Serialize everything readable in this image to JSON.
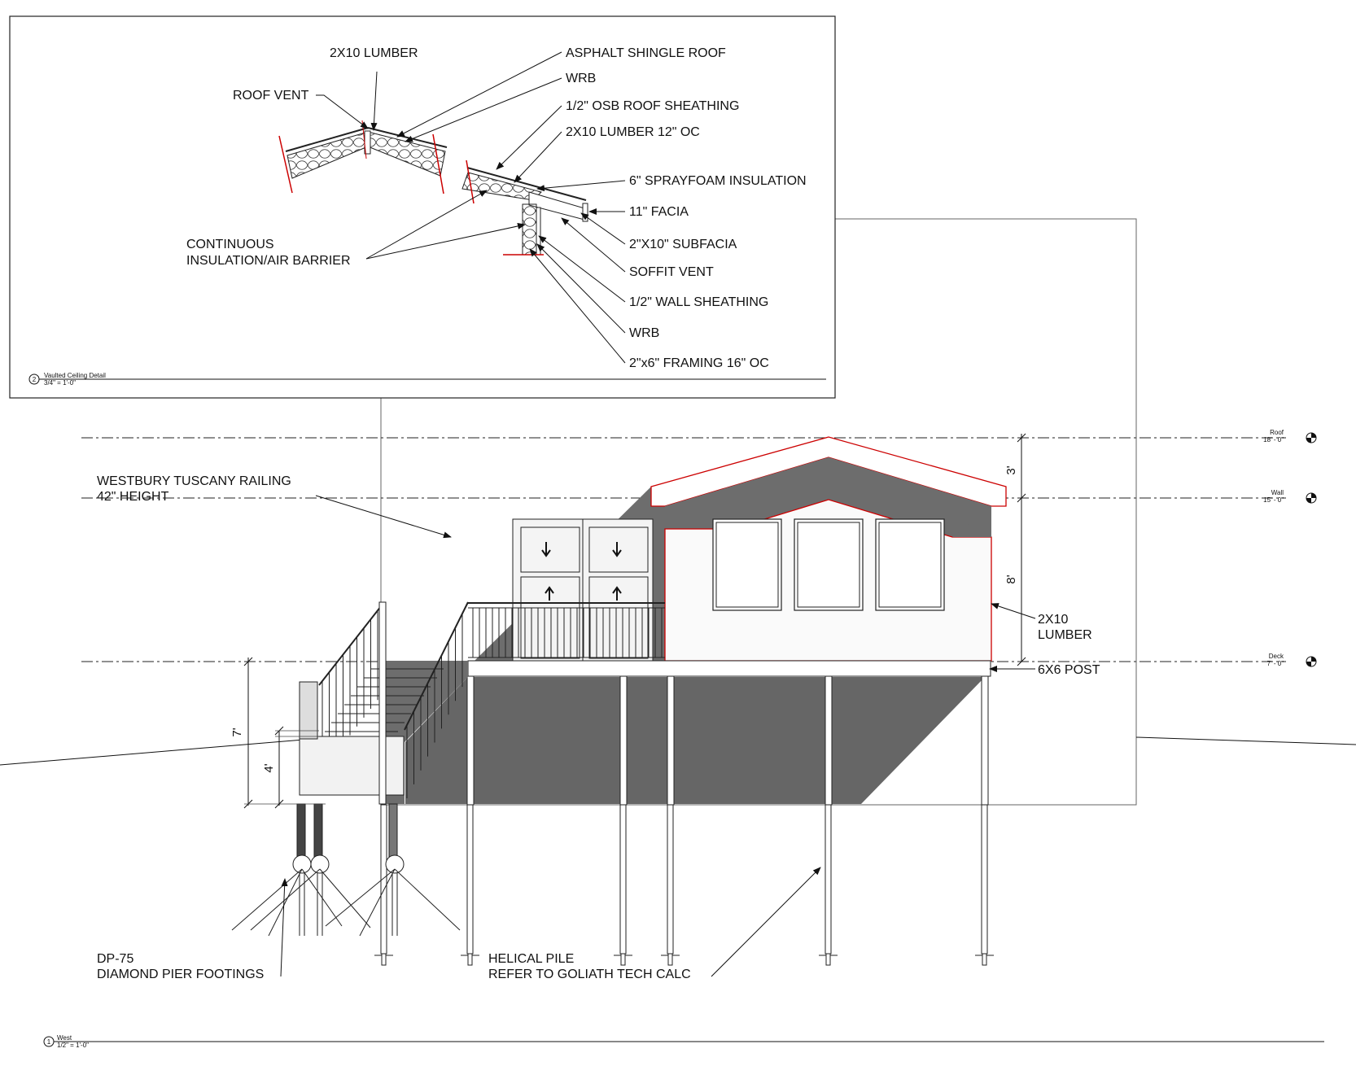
{
  "detail": {
    "labels": {
      "lumber_2x10": "2X10 LUMBER",
      "roof_vent": "ROOF VENT",
      "asphalt_shingle_roof": "ASPHALT SHINGLE ROOF",
      "wrb_top": "WRB",
      "osb_roof_sheathing": "1/2\" OSB ROOF SHEATHING",
      "lumber_2x10_12oc": "2X10 LUMBER 12\" OC",
      "sprayfoam_insulation": "6\" SPRAYFOAM INSULATION",
      "facia_11": "11\" FACIA",
      "continuous_line1": "CONTINUOUS",
      "continuous_line2": "INSULATION/AIR BARRIER",
      "subfacia": "2\"X10\" SUBFACIA",
      "soffit_vent": "SOFFIT VENT",
      "wall_sheathing": "1/2\" WALL SHEATHING",
      "wrb_bottom": "WRB",
      "framing": "2\"x6\" FRAMING 16\" OC"
    },
    "view_tag": {
      "number": "2",
      "name": "Vaulted Ceiling Detail",
      "scale": "3/4\" = 1'-0\""
    }
  },
  "elevation": {
    "levels": [
      {
        "name": "Roof",
        "elevation": "18' - 0\""
      },
      {
        "name": "Wall",
        "elevation": "15' - 0\""
      },
      {
        "name": "Deck",
        "elevation": "7' - 0\""
      }
    ],
    "dimensions": {
      "roof_rise": "3'",
      "wall_height": "8'",
      "deck_height": "7'",
      "stair_height": "4'"
    },
    "labels": {
      "railing_line1": "WESTBURY TUSCANY RAILING",
      "railing_line2": "42\" HEIGHT",
      "lumber_line1": "2X10",
      "lumber_line2": "LUMBER",
      "post": "6X6 POST",
      "footing_line1": "DP-75",
      "footing_line2": "DIAMOND PIER FOOTINGS",
      "pile_line1": "HELICAL PILE",
      "pile_line2": "REFER TO GOLIATH TECH CALC"
    },
    "view_tag": {
      "number": "1",
      "name": "West",
      "scale": "1/2\" = 1'-0\""
    }
  }
}
